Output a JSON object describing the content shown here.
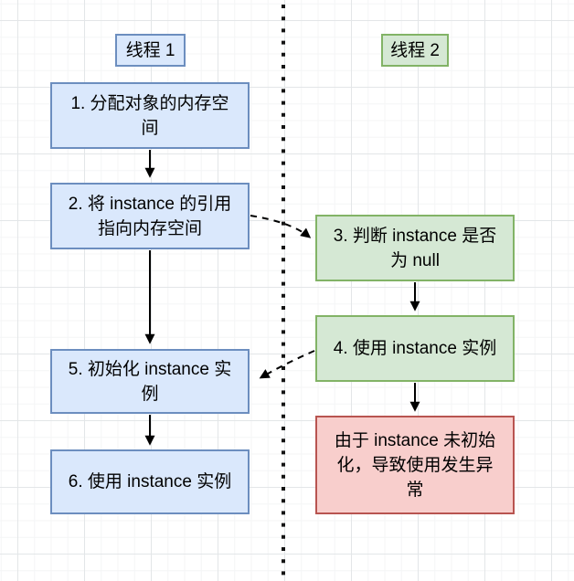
{
  "lanes": [
    {
      "id": "thread1",
      "label": "线程 1"
    },
    {
      "id": "thread2",
      "label": "线程 2"
    }
  ],
  "nodes": [
    {
      "id": "t1-step1",
      "thread": "线程 1",
      "label": "1. 分配对象的内存空\n间"
    },
    {
      "id": "t1-step2",
      "thread": "线程 1",
      "label": "2. 将 instance 的引用\n指向内存空间"
    },
    {
      "id": "t2-step3",
      "thread": "线程 2",
      "label": "3. 判断 instance 是否\n为 null"
    },
    {
      "id": "t2-step4",
      "thread": "线程 2",
      "label": "4. 使用 instance 实例"
    },
    {
      "id": "t1-step5",
      "thread": "线程 1",
      "label": "5. 初始化 instance 实\n例"
    },
    {
      "id": "t1-step6",
      "thread": "线程 1",
      "label": "6. 使用 instance 实例"
    },
    {
      "id": "t2-error",
      "thread": "线程 2",
      "label": "由于 instance 未初始\n化，导致使用发生异\n常"
    }
  ],
  "edges": [
    {
      "from": "t1-step1",
      "to": "t1-step2",
      "style": "solid"
    },
    {
      "from": "t1-step2",
      "to": "t1-step5",
      "style": "solid"
    },
    {
      "from": "t1-step2",
      "to": "t2-step3",
      "style": "dashed"
    },
    {
      "from": "t2-step3",
      "to": "t2-step4",
      "style": "solid"
    },
    {
      "from": "t2-step4",
      "to": "t1-step5",
      "style": "dashed"
    },
    {
      "from": "t2-step4",
      "to": "t2-error",
      "style": "solid"
    },
    {
      "from": "t1-step5",
      "to": "t1-step6",
      "style": "solid"
    }
  ],
  "divider": {
    "style": "dotted-vertical",
    "color": "#141414"
  },
  "colors": {
    "thread1_fill": "#dae8fc",
    "thread1_stroke": "#6c8ebf",
    "thread2_fill": "#d5e8d4",
    "thread2_stroke": "#82b366",
    "error_fill": "#f8cecc",
    "error_stroke": "#b85450",
    "arrow": "#000000",
    "grid_major": "#e3e6e8",
    "grid_minor": "#f4f5f6"
  }
}
